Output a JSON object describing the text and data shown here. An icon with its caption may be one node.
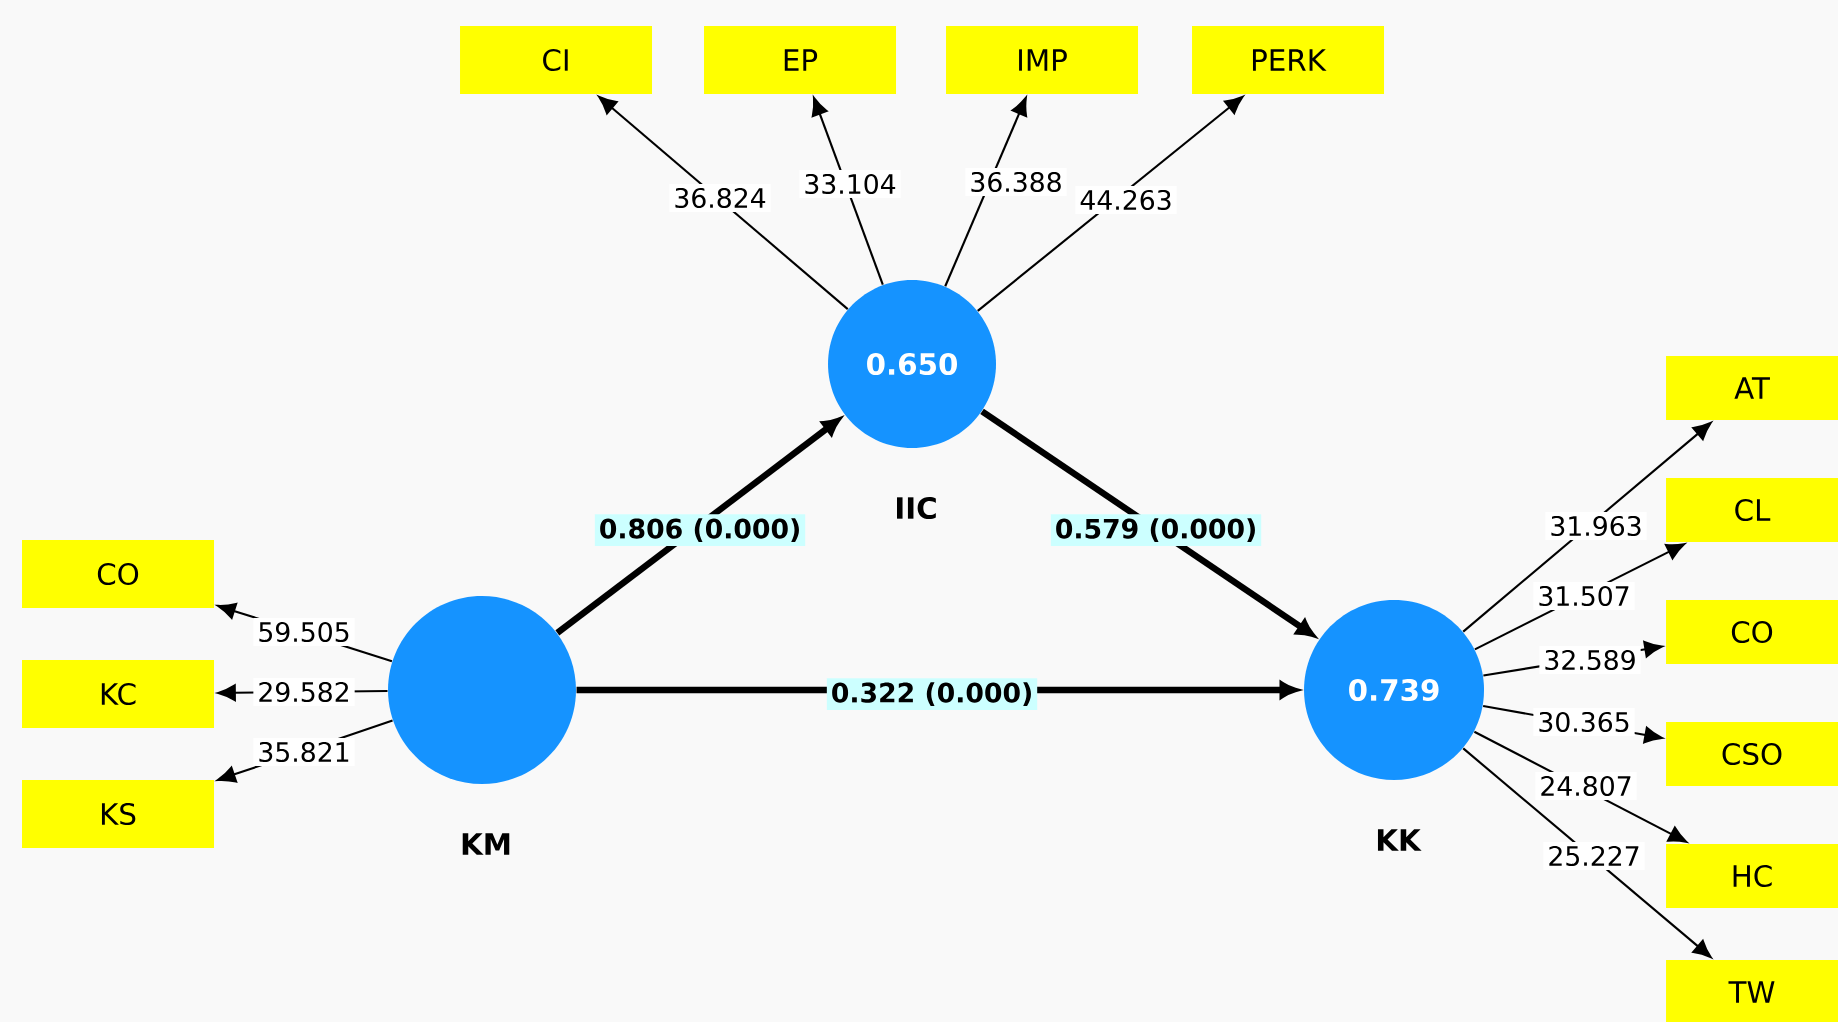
{
  "diagram": {
    "nodes": [
      {
        "text": [
          "CI"
        ]
      },
      {
        "text": [
          "EP"
        ]
      },
      {
        "text": [
          "IMP"
        ]
      },
      {
        "text": [
          "PERK"
        ]
      },
      {
        "text": [
          "0.650",
          "IIC"
        ]
      },
      {
        "text": [
          "AT"
        ]
      },
      {
        "text": [
          "CO"
        ]
      },
      {
        "text": [
          "KC"
        ]
      },
      {
        "text": [
          "KS"
        ]
      },
      {
        "text": [
          "KM"
        ]
      },
      {
        "text": [
          "CL"
        ]
      },
      {
        "text": [
          "CO"
        ]
      },
      {
        "text": [
          "0.739",
          "KK"
        ]
      },
      {
        "text": [
          "CSO"
        ]
      },
      {
        "text": [
          "HC"
        ]
      },
      {
        "text": [
          "TW"
        ]
      }
    ],
    "edges": [
      {
        "from": 4,
        "to": 0,
        "arrow": "to",
        "label": "36.824"
      },
      {
        "from": 4,
        "to": 1,
        "arrow": "to",
        "label": "33.104"
      },
      {
        "from": 4,
        "to": 2,
        "arrow": "to",
        "label": "36.388"
      },
      {
        "from": 4,
        "to": 3,
        "arrow": "to",
        "label": "44.263"
      },
      {
        "from": 9,
        "to": 6,
        "arrow": "to",
        "label": "59.505"
      },
      {
        "from": 9,
        "to": 7,
        "arrow": "to",
        "label": "29.582"
      },
      {
        "from": 9,
        "to": 8,
        "arrow": "to",
        "label": "35.821"
      },
      {
        "from": 12,
        "to": 5,
        "arrow": "to",
        "label": "31.963"
      },
      {
        "from": 12,
        "to": 10,
        "arrow": "to",
        "label": "31.507"
      },
      {
        "from": 12,
        "to": 11,
        "arrow": "to",
        "label": "32.589"
      },
      {
        "from": 12,
        "to": 13,
        "arrow": "to",
        "label": "30.365"
      },
      {
        "from": 12,
        "to": 14,
        "arrow": "to",
        "label": "24.807"
      },
      {
        "from": 12,
        "to": 15,
        "arrow": "to",
        "label": "25.227"
      },
      {
        "from": 9,
        "to": 4,
        "arrow": "to",
        "label": "0.806 (0.000)",
        "style": "thick"
      },
      {
        "from": 4,
        "to": 12,
        "arrow": "to",
        "label": "0.579 (0.000)",
        "style": "thick"
      },
      {
        "from": 9,
        "to": 12,
        "arrow": "to",
        "label": "0.322 (0.000)",
        "style": "thick"
      }
    ]
  }
}
